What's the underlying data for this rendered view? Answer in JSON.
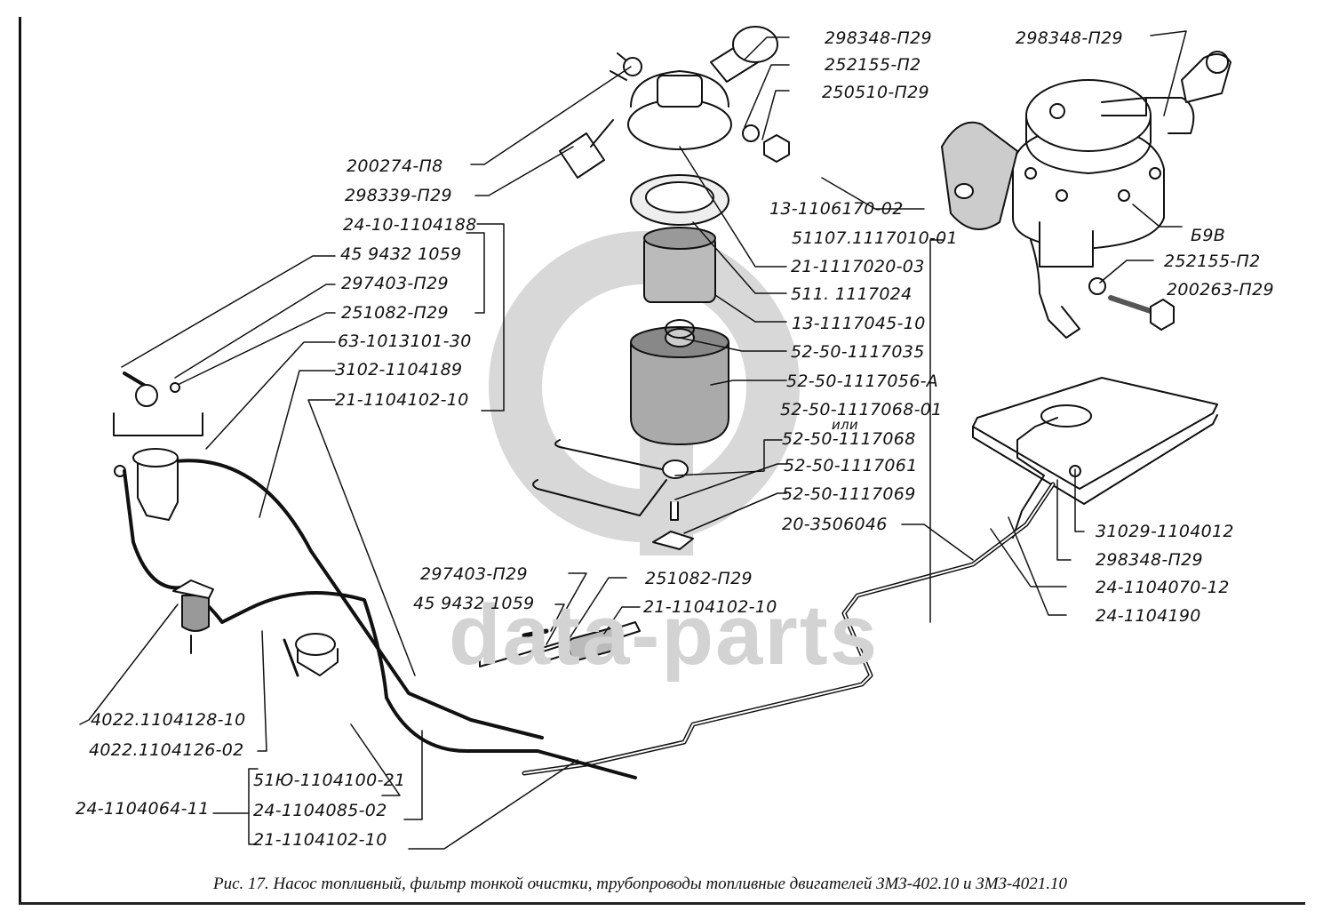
{
  "figure": {
    "caption": "Рис. 17. Насос топливный, фильтр тонкой очистки, трубопроводы топливные двигателей ЗМЗ-402.10 и ЗМЗ-4021.10",
    "watermark": "data-parts",
    "watermark_color": "#d3d3d3",
    "line_color": "#111111"
  },
  "labels": {
    "filter_top_fitting": "298348-П29",
    "filter_washer": "252155-П2",
    "filter_nut": "250510-П29",
    "filter_bolt": "200274-П8",
    "filter_adapter": "298339-П29",
    "clamp_assembly": "24-10-1104188",
    "clamp_bolt_left": "45 9432 1059",
    "clamp_left": "297403-П29",
    "clamp_nut_left": "251082-П29",
    "tank_line": "63-1013101-30",
    "hose_line": "3102-1104189",
    "hose_left": "21-1104102-10",
    "pump_fitting": "298348-П29",
    "pump_gasket": "13-1106170-02",
    "filter_assembly": "51107.1117010-01",
    "filter_cover": "21-1117020-03",
    "filter_gasket": "511. 1117024",
    "filter_element": "13-1117045-10",
    "filter_spring": "52-50-1117035",
    "filter_bowl": "52-50-1117056-А",
    "filter_bracket_a": "52-50-1117068-01",
    "or_word": "или",
    "filter_bracket_b": "52-50-1117068",
    "filter_stud": "52-50-1117061",
    "filter_wingnut": "52-50-1117069",
    "tube_clip": "20-3506046",
    "pump": "Б9В",
    "pump_washer": "252155-П2",
    "pump_bolt": "200263-П29",
    "tank_intake": "31029-1104012",
    "tank_fitting": "298348-П29",
    "rear_tube": "24-1104070-12",
    "rear_hose": "24-1104190",
    "mid_clamp_nut": "297403-П29",
    "mid_clamp_bolt": "45 9432 1059",
    "mid_clamp_washer": "251082-П29",
    "mid_hose": "21-1104102-10",
    "sediment_filter": "4022.1104128-10",
    "sediment_tube": "4022.1104126-02",
    "return_assembly": "24-1104064-11",
    "return_tube_a": "51Ю-1104100-21",
    "return_tube_b": "24-1104085-02",
    "return_hose": "21-1104102-10"
  }
}
